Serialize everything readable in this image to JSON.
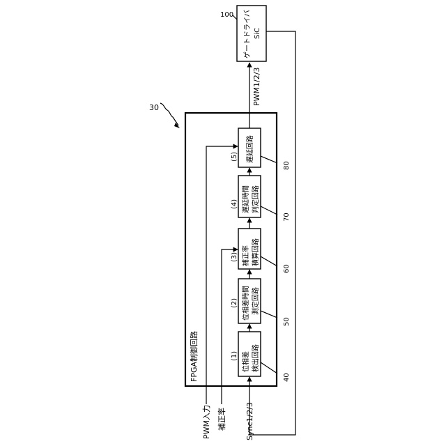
{
  "figure": {
    "ref_main": "30",
    "fpga_title": "FPGA制御回路",
    "blocks": [
      {
        "num": "(1)",
        "line1": "位相差",
        "line2": "検出回路",
        "ref": "40"
      },
      {
        "num": "(2)",
        "line1": "位相差時間",
        "line2": "測定回路",
        "ref": "50"
      },
      {
        "num": "(3)",
        "line1": "補正率",
        "line2": "積算回路",
        "ref": "60"
      },
      {
        "num": "(4)",
        "line1": "遅延時間",
        "line2": "判定回路",
        "ref": "70"
      },
      {
        "num": "(5)",
        "line1": "遅延回路",
        "line2": "",
        "ref": "80"
      }
    ],
    "inputs": {
      "pwm": "PWM入力",
      "correction": "補正率",
      "sync": "Sync1/2/3"
    },
    "output_label": "PWM1/2/3",
    "driver": {
      "ref": "100",
      "line1": "ゲートドライバ",
      "line2": "SiC"
    }
  }
}
